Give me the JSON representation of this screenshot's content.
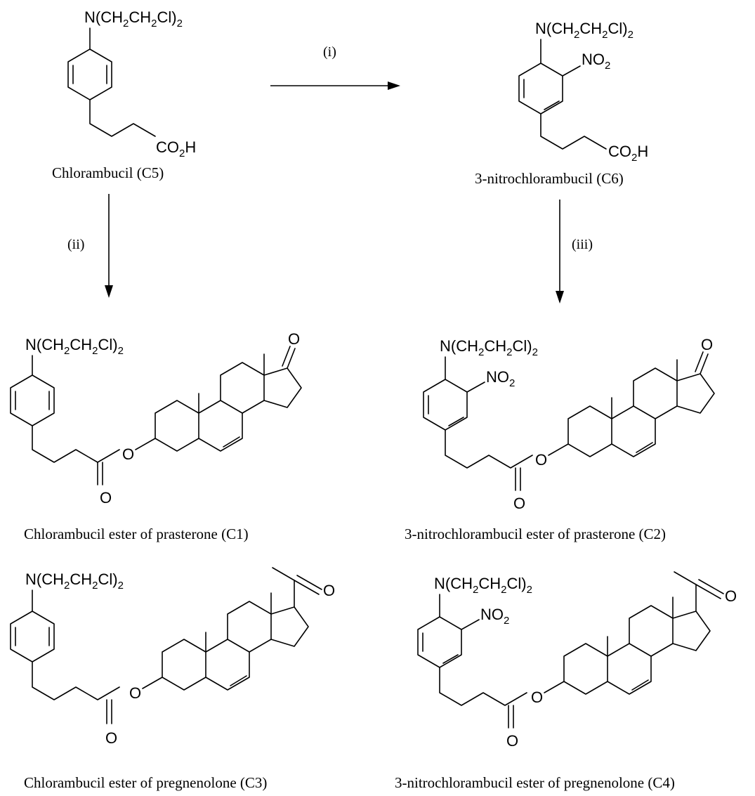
{
  "reagents": [
    "(i)",
    "(ii)",
    "(iii)"
  ],
  "groups": {
    "amine_main": "N(CH",
    "amine_sub2": "2",
    "amine_mid": "CH",
    "amine_end": "Cl)",
    "nitro_main": "NO",
    "nitro_sub": "2",
    "acid_main": "CO",
    "acid_sub": "2",
    "acid_end": "H",
    "oxygen": "O"
  },
  "compounds": [
    {
      "id": "C5",
      "label": "Chlorambucil (C5)"
    },
    {
      "id": "C6",
      "label": "3-nitrochlorambucil (C6)"
    },
    {
      "id": "C1",
      "label": "Chlorambucil ester of prasterone (C1)"
    },
    {
      "id": "C2",
      "label": "3-nitrochlorambucil ester of prasterone (C2)"
    },
    {
      "id": "C3",
      "label": "Chlorambucil ester of pregnenolone (C3)"
    },
    {
      "id": "C4",
      "label": "3-nitrochlorambucil ester of pregnenolone (C4)"
    }
  ]
}
